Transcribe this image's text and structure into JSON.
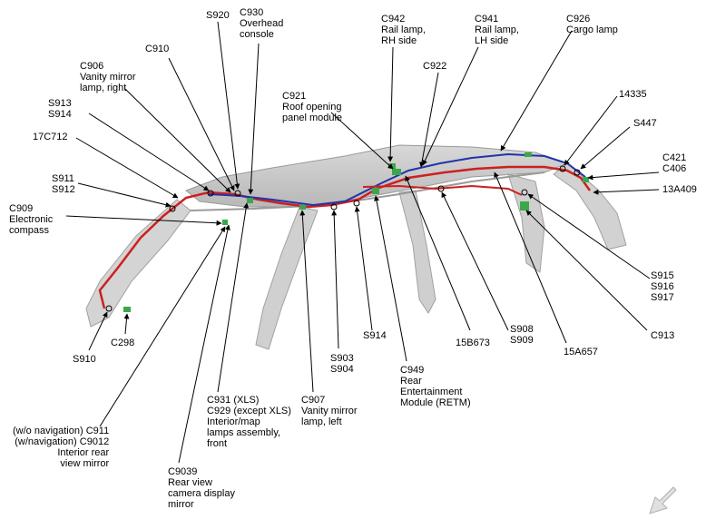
{
  "labels": {
    "S920": "S920",
    "C930": "C930\nOverhead\nconsole",
    "C942": "C942\nRail lamp,\nRH side",
    "C941": "C941\nRail lamp,\nLH side",
    "C926": "C926\nCargo lamp",
    "C910": "C910",
    "C906": "C906\nVanity mirror\nlamp, right",
    "C922": "C922",
    "C921": "C921\nRoof opening\npanel module",
    "N14335": "14335",
    "S913": "S913\nS914",
    "S447": "S447",
    "C17C712": "17C712",
    "C421": "C421\nC406",
    "N13A409": "13A409",
    "S911": "S911\nS912",
    "C909": "C909\nElectronic\ncompass",
    "S915": "S915\nS916\nS917",
    "C913": "C913",
    "S910": "S910",
    "C298": "C298",
    "S914b": "S914",
    "N15B673": "15B673",
    "S908": "S908\nS909",
    "N15A657": "15A657",
    "S903": "S903\nS904",
    "C949": "C949\nRear\nEntertainment\nModule (RETM)",
    "C907": "C907\nVanity mirror\nlamp, left",
    "C931": "C931 (XLS)\nC929 (except XLS)\nInterior/map\nlamps assembly,\nfront",
    "C911": "(w/o navigation) C911\n(w/navigation) C9012\nInterior rear\nview mirror",
    "C9039": "C9039\nRear view\ncamera display\nmirror"
  },
  "icons": {
    "nav_arrow": "arrow-down-left-icon"
  },
  "colors": {
    "roof": "#c8c8c8",
    "harness_red": "#cc2020",
    "harness_blue": "#2233aa",
    "connector_green": "#3aa84a"
  }
}
